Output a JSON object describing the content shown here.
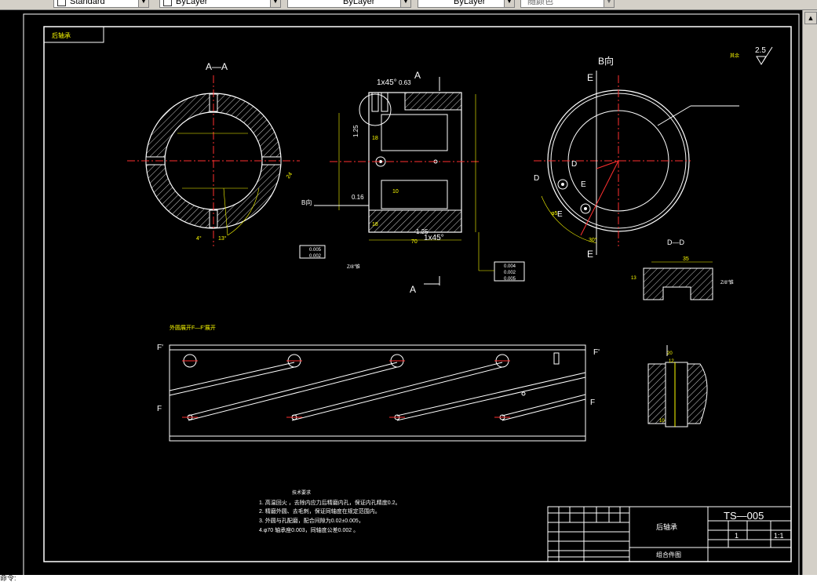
{
  "toolbar": {
    "textstyle": "Standard",
    "layer": "ByLayer",
    "linetype": "ByLayer",
    "lineweight": "ByLayer",
    "plotstyle": "随颜色"
  },
  "drawing": {
    "top_label": "后轴承",
    "section_aa": "A—A",
    "view_b": "B向",
    "roughness_top": "2.5",
    "roughness_label": "其余",
    "chamfer_1": "1x45°",
    "chamfer_2": "1x45°",
    "rough_063": "0.63",
    "rough_125": "1.25",
    "rough_125b": "1.25",
    "rough_016": "0.16",
    "dim_18a": "18",
    "dim_18b": "18",
    "dim_10": "10",
    "dim_70": "70",
    "dim_24": "24",
    "dim_13": "13°",
    "dim_4": "4°",
    "dim_30": "30°",
    "dim_35": "35",
    "dim_13_2": "13",
    "dim_12": "12",
    "dim_10b": "10",
    "dim_20": "20",
    "label_A1": "A",
    "label_A2": "A",
    "label_E1": "E",
    "label_E2": "E",
    "label_E3": "E",
    "label_E4": "E",
    "label_D1": "D",
    "label_D2": "D",
    "view_b_arrow": "B向",
    "section_dd": "D—D",
    "section_ff_title": "外圆展开F—F'展开",
    "label_F1": "F'",
    "label_F2": "F'",
    "label_F3": "F",
    "label_F4": "F",
    "tol_1": "0.005",
    "tol_2": "0.002",
    "tol_3": "0.004",
    "tol_4": "0.002",
    "tol_5": "0.005",
    "thread_1": "Z/8\"锥",
    "thread_2": "Z/8\"锥",
    "phi_label": "φ5",
    "notes_title": "技术要求",
    "notes": [
      "1. 高温回火          ，去除内应力后精磨内孔，保证内孔精度0.2。",
      "2. 精磨外圆、去毛刺，保证同轴度在规定范围内。",
      "3. 外圆与孔配磨，配合间隙为0.02±0.005，",
      "4.φ70 轴承座0.003，同轴度公差0.002      。"
    ]
  },
  "title_block": {
    "part_name": "后轴承",
    "drawing_no": "TS—005",
    "scale": "1:1",
    "quantity": "1",
    "assembly": "组合件图"
  },
  "status": {
    "cmd": "命令:"
  }
}
